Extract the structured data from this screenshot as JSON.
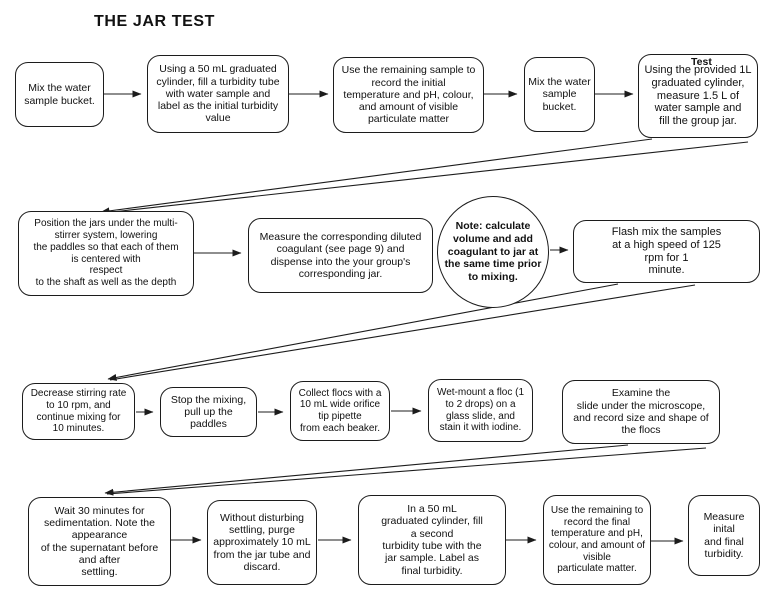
{
  "title": "THE JAR TEST",
  "flow": {
    "row1": [
      {
        "text": "Mix the water\nsample bucket."
      },
      {
        "text": "Using a 50 mL graduated\ncylinder, fill a turbidity tube\nwith water sample and\nlabel as the initial turbidity\nvalue"
      },
      {
        "text": "Use the remaining sample to\nrecord the initial\ntemperature and pH, colour,\nand amount of visible\nparticulate matter"
      },
      {
        "text": "Mix the water\nsample\nbucket."
      },
      {
        "text": "Using the provided 1L\ngraduated cylinder,\nmeasure 1.5 L of\nwater sample and\nfill the group jar.",
        "overlay": "Test"
      }
    ],
    "row2": [
      {
        "text": "Position the jars under the multi-\nstirrer system, lowering\nthe paddles so that each of them\nis centered with\nrespect\nto the shaft as well as the depth"
      },
      {
        "text": "Measure the corresponding diluted\ncoagulant (see page 9) and\ndispense into the your group's\ncorresponding jar."
      },
      {
        "text": "Note: calculate\nvolume and add\ncoagulant to jar at\nthe same time prior\nto mixing."
      },
      {
        "text": "Flash mix the samples\nat a high speed of 125\nrpm for 1\nminute."
      }
    ],
    "row3": [
      {
        "text": "Decrease stirring rate\nto 10 rpm, and\ncontinue mixing for\n10 minutes."
      },
      {
        "text": "Stop the mixing,\npull up the\npaddles"
      },
      {
        "text": "Collect flocs with a\n10 mL wide orifice\ntip pipette\nfrom each beaker."
      },
      {
        "text": "Wet-mount a floc (1\nto 2 drops) on a\nglass slide, and\nstain it with iodine."
      },
      {
        "text": "Examine the\nslide under the microscope,\nand record size and shape of\nthe flocs"
      }
    ],
    "row4": [
      {
        "text": "Wait 30 minutes for\nsedimentation. Note the\nappearance\nof the supernatant before\nand after\nsettling."
      },
      {
        "text": "Without disturbing\nsettling, purge\napproximately 10 mL\nfrom the jar tube and\ndiscard."
      },
      {
        "text": "In a 50 mL\ngraduated cylinder, fill\na second\nturbidity tube with the\njar sample. Label as\nfinal turbidity."
      },
      {
        "text": "Use the remaining to\nrecord the final\ntemperature and pH,\ncolour, and amount of\nvisible\nparticulate matter."
      },
      {
        "text": "Measure inital\nand final\nturbidity."
      }
    ]
  }
}
